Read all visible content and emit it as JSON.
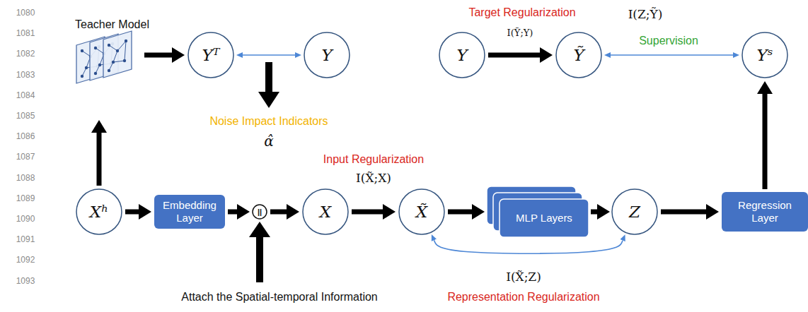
{
  "diagram": {
    "nodes": [
      {
        "text": [
          "Teacher Model"
        ]
      },
      {
        "text": [
          "Yᵀ"
        ]
      },
      {
        "text": [
          "Y"
        ]
      },
      {
        "text": [
          "Y"
        ]
      },
      {
        "text": [
          "Ỹ"
        ]
      },
      {
        "text": [
          "Yˢ"
        ]
      },
      {
        "text": [
          "Xʰ"
        ]
      },
      {
        "text": [
          "Embedding Layer"
        ]
      },
      {
        "text": [
          "||"
        ]
      },
      {
        "text": [
          "X"
        ]
      },
      {
        "text": [
          "X̃"
        ]
      },
      {
        "text": [
          "MLP Layers"
        ]
      },
      {
        "text": [
          "Z"
        ]
      },
      {
        "text": [
          "Regression Layer"
        ]
      }
    ],
    "edges": [
      {
        "from": 6,
        "to": 0,
        "arrow": "to"
      },
      {
        "from": 0,
        "to": 1,
        "arrow": "to"
      },
      {
        "from": 1,
        "to": 2,
        "arrow": "both"
      },
      {
        "from": 3,
        "to": 4,
        "arrow": "to"
      },
      {
        "from": 4,
        "to": 5,
        "arrow": "both"
      },
      {
        "from": 6,
        "to": 7,
        "arrow": "to"
      },
      {
        "from": 7,
        "to": 8,
        "arrow": "to"
      },
      {
        "from": 8,
        "to": 9,
        "arrow": "to"
      },
      {
        "from": 9,
        "to": 10,
        "arrow": "to"
      },
      {
        "from": 10,
        "to": 11,
        "arrow": "to"
      },
      {
        "from": 11,
        "to": 12,
        "arrow": "to"
      },
      {
        "from": 12,
        "to": 13,
        "arrow": "to"
      },
      {
        "from": 13,
        "to": 5,
        "arrow": "to"
      },
      {
        "from": 10,
        "to": 12,
        "arrow": "both"
      }
    ],
    "labels": [
      "1080",
      "1081",
      "1082",
      "1083",
      "1084",
      "1085",
      "1086",
      "1087",
      "1088",
      "1089",
      "1090",
      "1091",
      "1092",
      "1093",
      "Target Regularization",
      "I(Ỹ;Y)",
      "I(Z;Ỹ)",
      "Supervision",
      "Noise Impact Indicators",
      "α̂",
      "Input Regularization",
      "I(X̃;X)",
      "Attach the Spatial-temporal Information",
      "I(X̃;Z)",
      "Representation Regularization"
    ]
  }
}
